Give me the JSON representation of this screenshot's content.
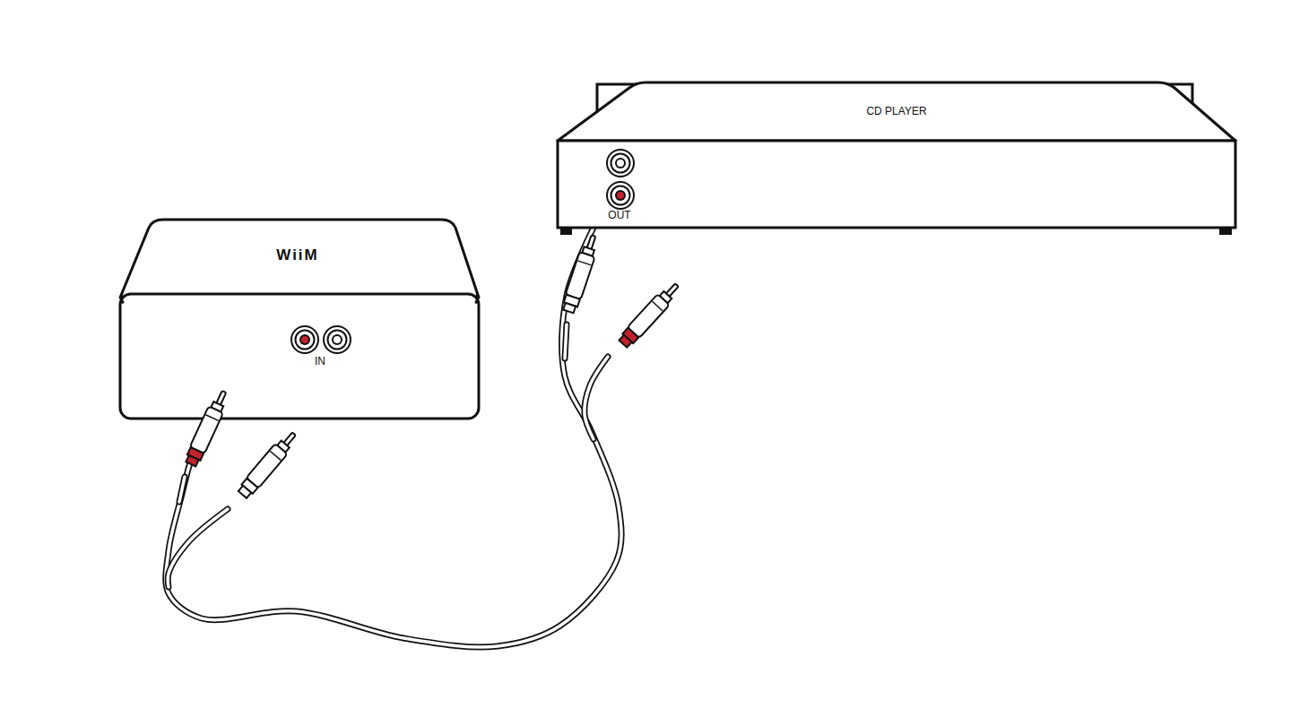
{
  "diagram": {
    "nodes": [
      {
        "text": [
          "CD PLAYER",
          "OUT"
        ]
      },
      {
        "text": [
          "WiiM",
          "IN"
        ]
      }
    ],
    "edges": [
      {
        "from": 0,
        "to": 1,
        "arrow": "none"
      }
    ]
  }
}
